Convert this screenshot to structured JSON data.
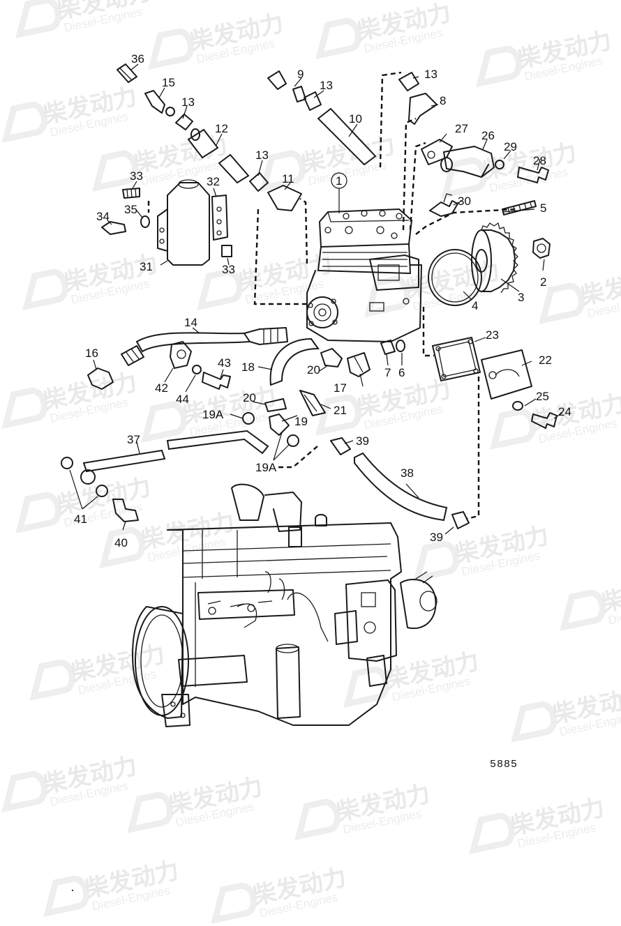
{
  "watermark": {
    "brand_cn": "柴发动力",
    "brand_en": "Diesel-Engines"
  },
  "figure_number": "5885",
  "callouts": {
    "c1": "1",
    "c2": "2",
    "c3": "3",
    "c4": "4",
    "c5": "5",
    "c6": "6",
    "c7": "7",
    "c8": "8",
    "c9": "9",
    "c10": "10",
    "c11": "11",
    "c12": "12",
    "c13a": "13",
    "c13b": "13",
    "c13c": "13",
    "c13d": "13",
    "c14": "14",
    "c15": "15",
    "c16": "16",
    "c17": "17",
    "c18": "18",
    "c19": "19",
    "c19a1": "19A",
    "c19a2": "19A",
    "c20a": "20",
    "c20b": "20",
    "c21": "21",
    "c22": "22",
    "c23": "23",
    "c24": "24",
    "c25": "25",
    "c26": "26",
    "c27": "27",
    "c28": "28",
    "c29": "29",
    "c30": "30",
    "c31": "31",
    "c32": "32",
    "c33a": "33",
    "c33b": "33",
    "c34": "34",
    "c35": "35",
    "c36": "36",
    "c37": "37",
    "c38": "38",
    "c39a": "39",
    "c39b": "39",
    "c40": "40",
    "c41": "41",
    "c42": "42",
    "c43": "43",
    "c44": "44"
  }
}
